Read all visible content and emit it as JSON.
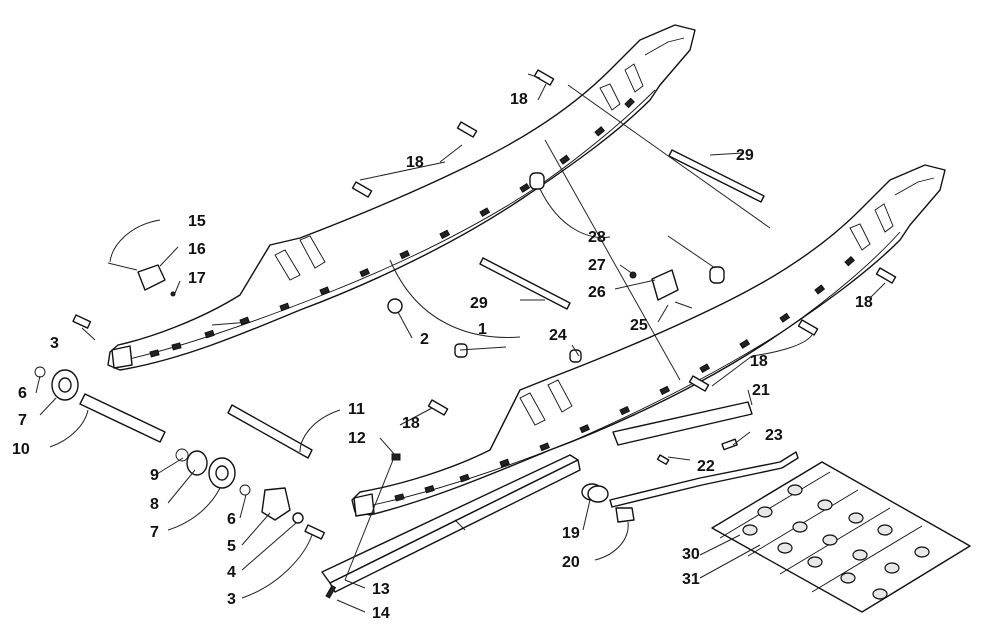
{
  "diagram": {
    "labels": [
      {
        "id": "c1",
        "text": "1"
      },
      {
        "id": "c2",
        "text": "2"
      },
      {
        "id": "c3a",
        "text": "3"
      },
      {
        "id": "c3b",
        "text": "3"
      },
      {
        "id": "c4",
        "text": "4"
      },
      {
        "id": "c5",
        "text": "5"
      },
      {
        "id": "c6a",
        "text": "6"
      },
      {
        "id": "c6b",
        "text": "6"
      },
      {
        "id": "c7a",
        "text": "7"
      },
      {
        "id": "c7b",
        "text": "7"
      },
      {
        "id": "c8",
        "text": "8"
      },
      {
        "id": "c9",
        "text": "9"
      },
      {
        "id": "c10",
        "text": "10"
      },
      {
        "id": "c11",
        "text": "11"
      },
      {
        "id": "c12",
        "text": "12"
      },
      {
        "id": "c13",
        "text": "13"
      },
      {
        "id": "c14",
        "text": "14"
      },
      {
        "id": "c15",
        "text": "15"
      },
      {
        "id": "c16",
        "text": "16"
      },
      {
        "id": "c17",
        "text": "17"
      },
      {
        "id": "c18a",
        "text": "18"
      },
      {
        "id": "c18b",
        "text": "18"
      },
      {
        "id": "c18c",
        "text": "18"
      },
      {
        "id": "c18d",
        "text": "18"
      },
      {
        "id": "c18e",
        "text": "18"
      },
      {
        "id": "c19",
        "text": "19"
      },
      {
        "id": "c20",
        "text": "20"
      },
      {
        "id": "c21",
        "text": "21"
      },
      {
        "id": "c22",
        "text": "22"
      },
      {
        "id": "c23",
        "text": "23"
      },
      {
        "id": "c24",
        "text": "24"
      },
      {
        "id": "c25",
        "text": "25"
      },
      {
        "id": "c26",
        "text": "26"
      },
      {
        "id": "c27",
        "text": "27"
      },
      {
        "id": "c28",
        "text": "28"
      },
      {
        "id": "c29a",
        "text": "29"
      },
      {
        "id": "c29b",
        "text": "29"
      },
      {
        "id": "c30",
        "text": "30"
      },
      {
        "id": "c31",
        "text": "31"
      }
    ]
  }
}
